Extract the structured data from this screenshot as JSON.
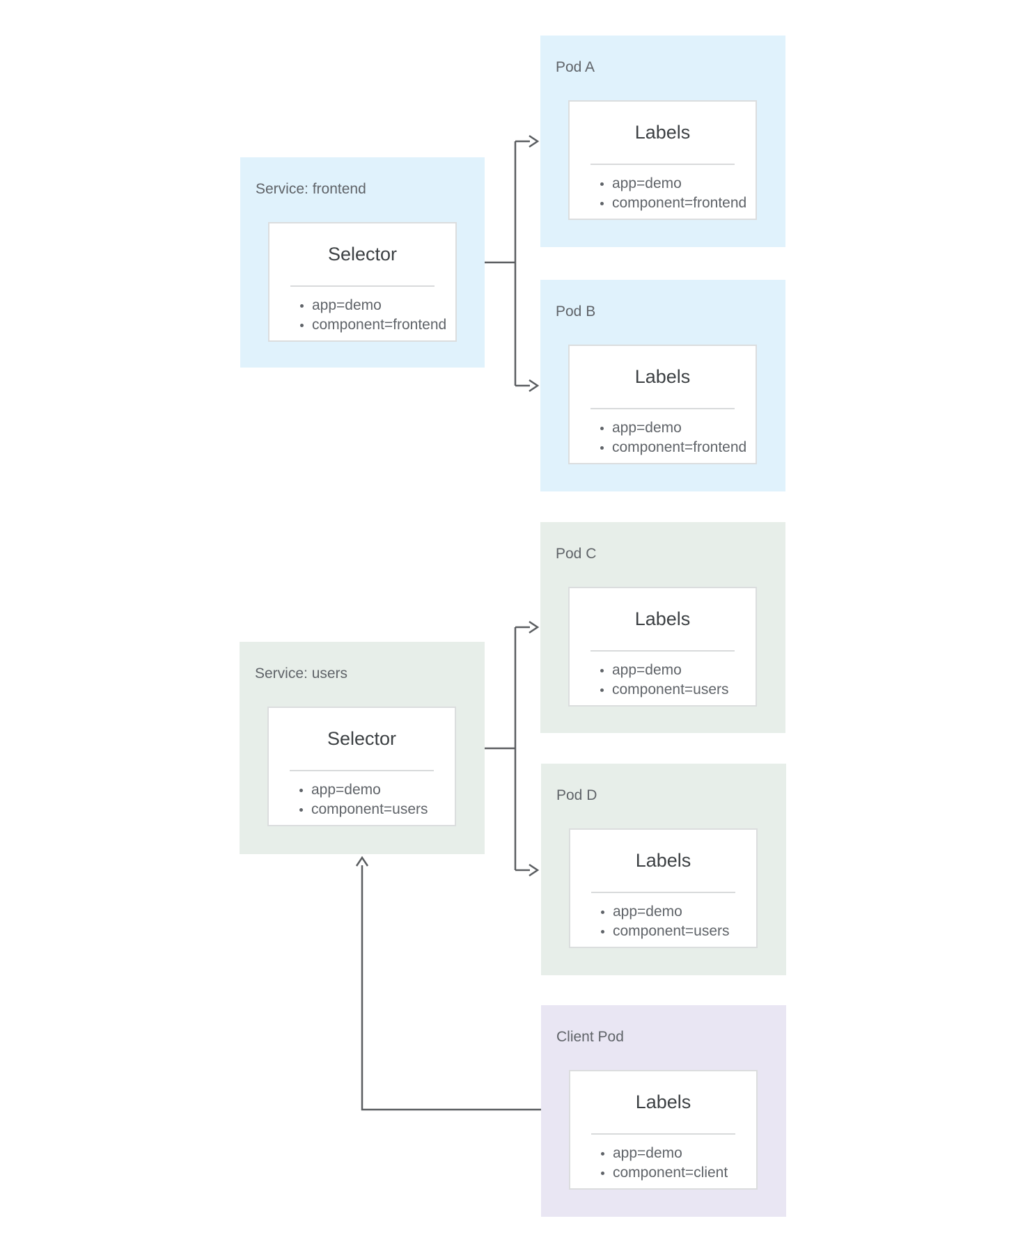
{
  "diagram_title": "",
  "theme": {
    "frontend_bg": "#E0F2FC",
    "users_bg": "#E7EEE9",
    "client_bg": "#E9E6F3",
    "card_bg": "#FFFFFF",
    "card_border": "#DBDDDE",
    "divider": "#D8DADB",
    "label_text": "#5F6368",
    "heading_text": "#3C4043",
    "arrow": "#5A5D60",
    "canvas_bg": "#FFFFFF"
  },
  "groups": [
    {
      "id": "service-frontend",
      "label": "Service: frontend",
      "color_role": "frontend",
      "card": {
        "heading": "Selector",
        "items": [
          "app=demo",
          "component=frontend"
        ]
      }
    },
    {
      "id": "pod-a",
      "label": "Pod A",
      "color_role": "frontend",
      "card": {
        "heading": "Labels",
        "items": [
          "app=demo",
          "component=frontend"
        ]
      }
    },
    {
      "id": "pod-b",
      "label": "Pod B",
      "color_role": "frontend",
      "card": {
        "heading": "Labels",
        "items": [
          "app=demo",
          "component=frontend"
        ]
      }
    },
    {
      "id": "pod-c",
      "label": "Pod C",
      "color_role": "users",
      "card": {
        "heading": "Labels",
        "items": [
          "app=demo",
          "component=users"
        ]
      }
    },
    {
      "id": "service-users",
      "label": "Service: users",
      "color_role": "users",
      "card": {
        "heading": "Selector",
        "items": [
          "app=demo",
          "component=users"
        ]
      }
    },
    {
      "id": "pod-d",
      "label": "Pod D",
      "color_role": "users",
      "card": {
        "heading": "Labels",
        "items": [
          "app=demo",
          "component=users"
        ]
      }
    },
    {
      "id": "client-pod",
      "label": "Client Pod",
      "color_role": "client",
      "card": {
        "heading": "Labels",
        "items": [
          "app=demo",
          "component=client"
        ]
      }
    }
  ],
  "connections": [
    {
      "from": "service-frontend",
      "to": "pod-a"
    },
    {
      "from": "service-frontend",
      "to": "pod-b"
    },
    {
      "from": "service-users",
      "to": "pod-c"
    },
    {
      "from": "service-users",
      "to": "pod-d"
    },
    {
      "from": "client-pod",
      "to": "service-users"
    }
  ]
}
